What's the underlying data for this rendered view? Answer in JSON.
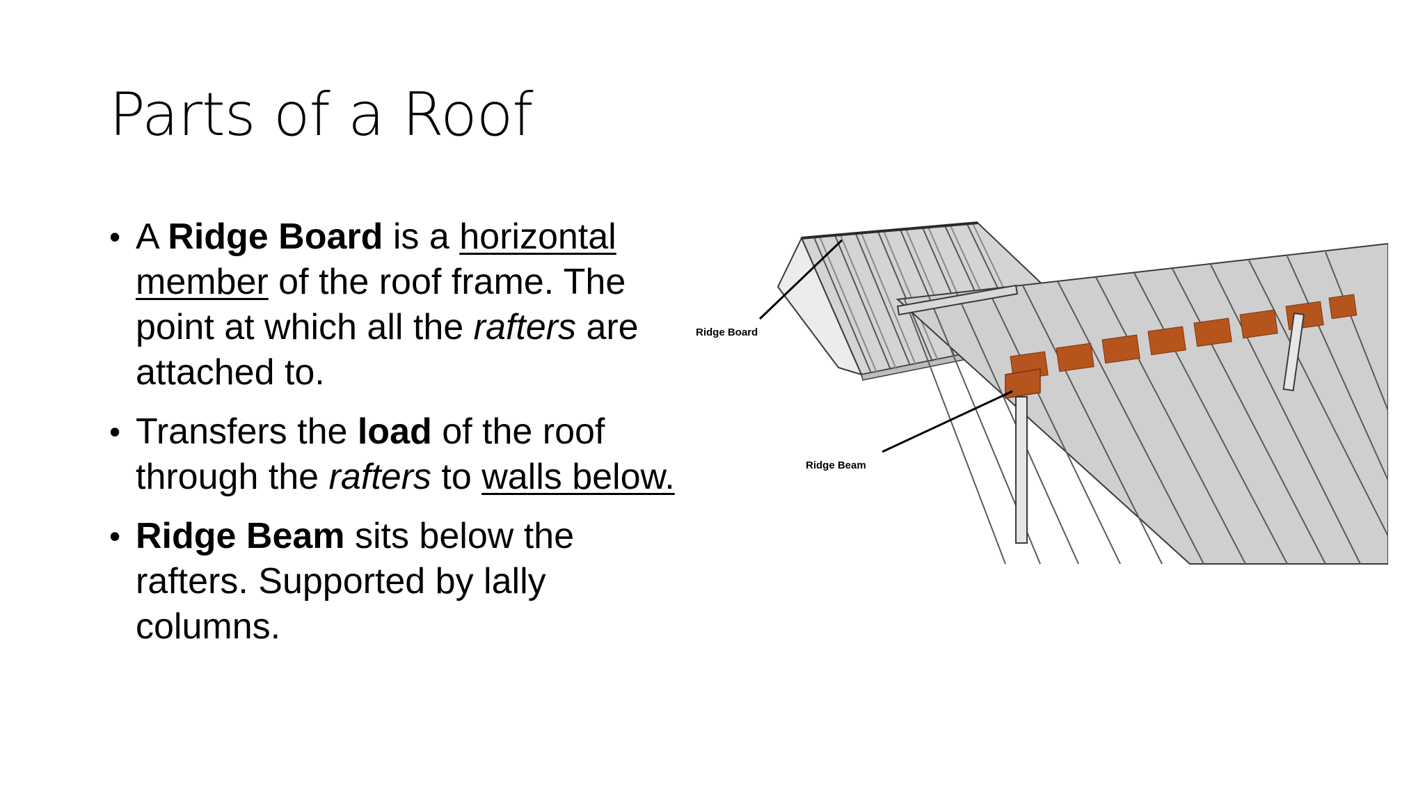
{
  "slide": {
    "title": "Parts of a Roof"
  },
  "bullets": [
    {
      "parts": [
        {
          "text": "A ",
          "style": ""
        },
        {
          "text": "Ridge Board",
          "style": "b"
        },
        {
          "text": " is a ",
          "style": ""
        },
        {
          "text": "horizontal member",
          "style": "u"
        },
        {
          "text": " of the roof frame. The point at which all the ",
          "style": ""
        },
        {
          "text": "rafters",
          "style": "i"
        },
        {
          "text": " are attached to.",
          "style": ""
        }
      ]
    },
    {
      "parts": [
        {
          "text": "Transfers the ",
          "style": ""
        },
        {
          "text": "load",
          "style": "b"
        },
        {
          "text": " of the roof through the ",
          "style": ""
        },
        {
          "text": "rafters",
          "style": "i"
        },
        {
          "text": " to ",
          "style": ""
        },
        {
          "text": "walls below.",
          "style": "u"
        }
      ]
    },
    {
      "parts": [
        {
          "text": "Ridge Beam",
          "style": "b"
        },
        {
          "text": " sits below the rafters. Supported by lally columns.",
          "style": ""
        }
      ]
    }
  ],
  "figure": {
    "label_ridge_board": "Ridge Board",
    "label_ridge_beam": "Ridge Beam",
    "colors": {
      "framing": "#d6d6d6",
      "framing_dark": "#9e9e9e",
      "beam": "#b5541c",
      "outline": "#3a3a3a"
    }
  }
}
